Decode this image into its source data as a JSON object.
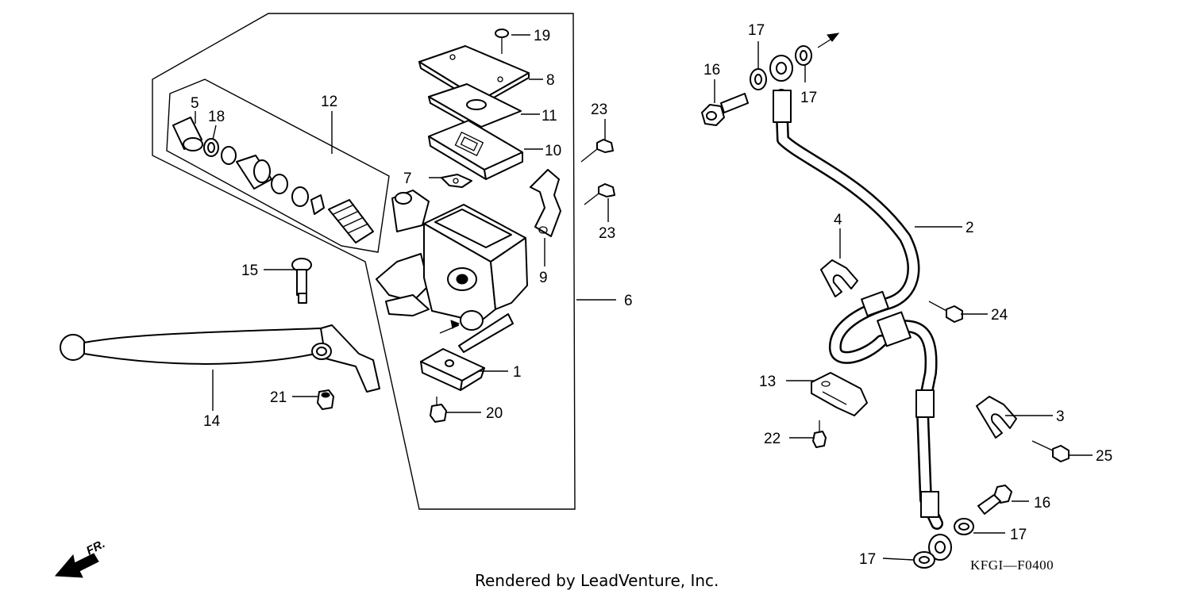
{
  "callouts": {
    "c1": "1",
    "c2": "2",
    "c3": "3",
    "c4": "4",
    "c5": "5",
    "c6": "6",
    "c7": "7",
    "c8": "8",
    "c9": "9",
    "c10": "10",
    "c11": "11",
    "c12": "12",
    "c13": "13",
    "c14": "14",
    "c15": "15",
    "c16a": "16",
    "c16b": "16",
    "c17a": "17",
    "c17b": "17",
    "c17c": "17",
    "c17d": "17",
    "c18": "18",
    "c19": "19",
    "c20": "20",
    "c21": "21",
    "c22": "22",
    "c23a": "23",
    "c23b": "23",
    "c24": "24",
    "c25": "25"
  },
  "direction_label": "FR.",
  "diagram_code": "KFGI—F0400",
  "footer": "Rendered by LeadVenture, Inc."
}
